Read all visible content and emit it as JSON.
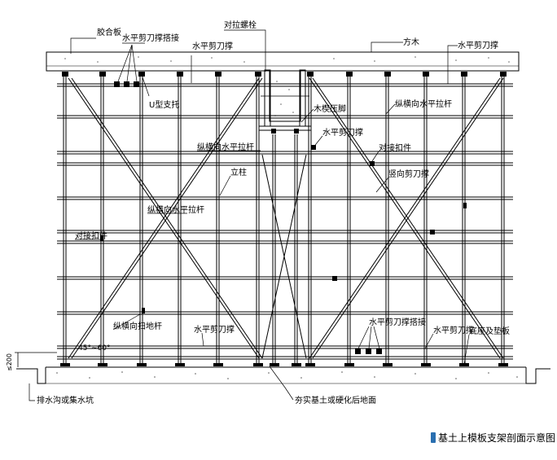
{
  "labels": {
    "plywood": "胶合板",
    "top_bracing_lap": "水平剪刀撑搭接",
    "horizontal_bracing_a": "水平剪刀撑",
    "tie_bolt": "对拉螺栓",
    "timber": "方木",
    "horizontal_bracing_b": "水平剪刀撑",
    "u_support": "U型支托",
    "timber_foot": "木楔压脚",
    "longitudinal_tie_right": "纵横向水平拉杆",
    "horizontal_bracing_mid": "水平剪刀撑",
    "longitudinal_tie_center": "纵横向水平拉杆",
    "butt_coupler_right": "对接扣件",
    "upright": "立柱",
    "vertical_bracing": "竖向剪刀撑",
    "longitudinal_tie_left": "纵横向水平拉杆",
    "butt_coupler_left": "对接扣件",
    "angle": "45°~60°",
    "sweep_pole": "纵横向扫地杆",
    "horizontal_bracing_bottom": "水平剪刀撑",
    "bottom_bracing_lap": "水平剪刀撑搭接",
    "horizontal_bracing_bottom_right": "水平剪刀撑",
    "base_pad": "底座及垫板",
    "dim_200": "≤200",
    "drain_pit": "排水沟或集水坑",
    "ground": "夯实基土或硬化后地面"
  },
  "caption": "基土上模板支架剖面示意图",
  "colors": {
    "line": "#000000",
    "caption_icon": "#2a6fb0"
  }
}
